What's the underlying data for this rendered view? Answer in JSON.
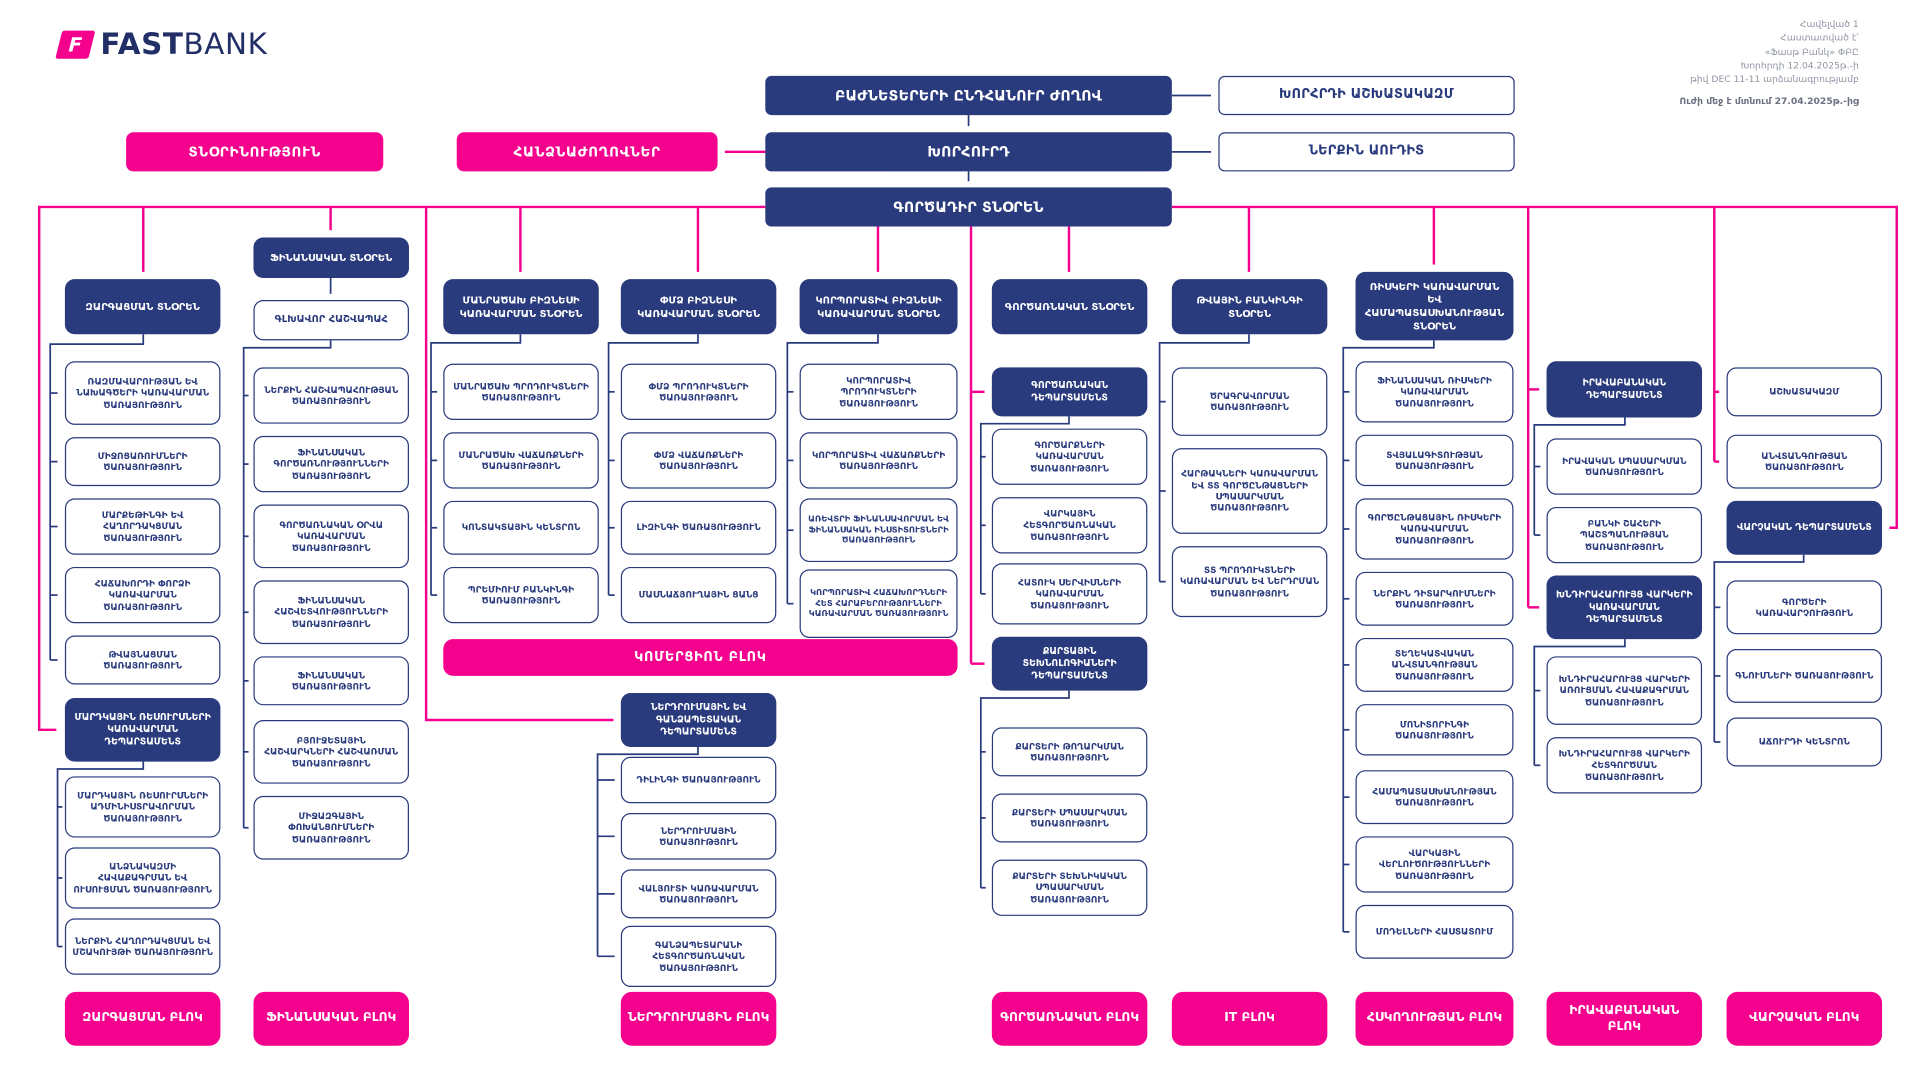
{
  "brand": {
    "fast": "FAST",
    "bank": "BANK",
    "flag_letter": "F"
  },
  "approval": {
    "line1": "Հավելված 1",
    "line2": "Հաստատված է՝",
    "line3": "«Ֆասթ Բանկ» ՓԲԸ",
    "line4": "Խորհրդի 12.04.2025թ.-ի",
    "line5": "թիվ DEC 11-11 արձանագրությամբ",
    "line6": "Ուժի մեջ է մտնում 27.04.2025թ.-ից"
  },
  "top": {
    "shareholders": "ԲԱԺՆԵՏԵՐԵՐԻ ԸՆԴՀԱՆՈՒՐ ԺՈՂՈՎ",
    "board_staff": "ԽՈՐՀՐԴԻ ԱՇԽԱՏԱԿԱԶՄ",
    "board": "ԽՈՐՀՈՒՐԴ",
    "internal_audit": "ՆԵՐՔԻՆ ԱՈՒԴԻՏ",
    "committees": "ՀԱՆՁՆԱԺՈՂՈՎՆԵՐ",
    "directorate": "ՏՆՕՐԻՆՈՒԹՅՈՒՆ",
    "ceo": "ԳՈՐԾԱԴԻՐ ՏՆՕՐԵՆ"
  },
  "development": {
    "director": "ԶԱՐԳԱՑՄԱՆ ՏՆՕՐԵՆ",
    "services": [
      "ՌԱԶՄԱՎԱՐՈՒԹՅԱՆ ԵՎ ՆԱԽԱԳԾԵՐԻ ԿԱՌԱՎԱՐՄԱՆ ԾԱՌԱՅՈՒԹՅՈՒՆ",
      "ՄԻՋՈՑԱՌՈՒՄՆԵՐԻ ԾԱՌԱՅՈՒԹՅՈՒՆ",
      "ՄԱՐՔԵԹԻՆԳԻ ԵՎ ՀԱՂՈՐԴԱԿՑՄԱՆ ԾԱՌԱՅՈՒԹՅՈՒՆ",
      "ՀԱՃԱԽՈՐԴԻ ՓՈՐՁԻ ԿԱՌԱՎԱՐՄԱՆ ԾԱՌԱՅՈՒԹՅՈՒՆ",
      "ԹՎԱՅՆԱՑՄԱՆ ԾԱՌԱՅՈՒԹՅՈՒՆ"
    ],
    "hr_department": "ՄԱՐԴԿԱՅԻՆ ՌԵՍՈՒՐՍՆԵՐԻ ԿԱՌԱՎԱՐՄԱՆ ԴԵՊԱՐՏԱՄԵՆՏ",
    "hr_services": [
      "ՄԱՐԴԿԱՅԻՆ ՌԵՍՈՒՐՍՆԵՐԻ ԱԴՄԻՆԻՍՏՐԱՎՈՐՄԱՆ ԾԱՌԱՅՈՒԹՅՈՒՆ",
      "ԱՆՁՆԱԿԱԶՄԻ ՀԱՎԱՔԱԳՐՄԱՆ ԵՎ ՈՒՍՈՒՑՄԱՆ ԾԱՌԱՅՈՒԹՅՈՒՆ",
      "ՆԵՐՔԻՆ ՀԱՂՈՐԴԱԿՑՄԱՆ ԵՎ ՄՇԱԿՈՒՅԹԻ ԾԱՌԱՅՈՒԹՅՈՒՆ"
    ],
    "block": "ԶԱՐԳԱՑՄԱՆ ԲԼՈԿ"
  },
  "finance": {
    "director": "ՖԻՆԱՆՍԱԿԱՆ ՏՆՕՐԵՆ",
    "chief_accountant": "ԳԼԽԱՎՈՐ ՀԱՇՎԱՊԱՀ",
    "services": [
      "ՆԵՐՔԻՆ ՀԱՇՎԱՊԱՀՈՒԹՅԱՆ ԾԱՌԱՅՈՒԹՅՈՒՆ",
      "ՖԻՆԱՆՍԱԿԱՆ ԳՈՐԾԱՌՆՈՒԹՅՈՒՆՆԵՐԻ ԾԱՌԱՅՈՒԹՅՈՒՆ",
      "ԳՈՐԾԱՌՆԱԿԱՆ ՕՐՎԱ ԿԱՌԱՎԱՐՄԱՆ ԾԱՌԱՅՈՒԹՅՈՒՆ",
      "ՖԻՆԱՆՍԱԿԱՆ ՀԱՇՎԵՏՎՈՒԹՅՈՒՆՆԵՐԻ ԾԱՌԱՅՈՒԹՅՈՒՆ",
      "ՖԻՆԱՆՍԱԿԱՆ ԾԱՌԱՅՈՒԹՅՈՒՆ",
      "ԲՅՈՒՋԵՏԱՅԻՆ ՀԱՇՎԱՐԿՆԵՐԻ ՀԱՇՎԱՌՄԱՆ ԾԱՌԱՅՈՒԹՅՈՒՆ",
      "ՄԻՋԱԶԳԱՅԻՆ ՓՈԽԱՆՑՈՒՄՆԵՐԻ ԾԱՌԱՅՈՒԹՅՈՒՆ"
    ],
    "block": "ՖԻՆԱՆՍԱԿԱՆ ԲԼՈԿ"
  },
  "retail": {
    "director": "ՄԱՆՐԱԾԱԽ ԲԻԶՆԵՍԻ ԿԱՌԱՎԱՐՄԱՆ ՏՆՕՐԵՆ",
    "services": [
      "ՄԱՆՐԱԾԱԽ ՊՐՈԴՈՒԿՏՆԵՐԻ ԾԱՌԱՅՈՒԹՅՈՒՆ",
      "ՄԱՆՐԱԾԱԽ ՎԱՃԱՌՔՆԵՐԻ ԾԱՌԱՅՈՒԹՅՈՒՆ",
      "ԿՈՆՏԱԿՏԱՅԻՆ ԿԵՆՏՐՈՆ",
      "ՊՐԵՄԻՈՒՄ ԲԱՆԿԻՆԳԻ ԾԱՌԱՅՈՒԹՅՈՒՆ"
    ]
  },
  "sme": {
    "director": "ՓՄՁ ԲԻԶՆԵՍԻ ԿԱՌԱՎԱՐՄԱՆ ՏՆՕՐԵՆ",
    "services": [
      "ՓՄՁ ՊՐՈԴՈՒԿՏՆԵՐԻ ԾԱՌԱՅՈՒԹՅՈՒՆ",
      "ՓՄՁ ՎԱՃԱՌՔՆԵՐԻ ԾԱՌԱՅՈՒԹՅՈՒՆ",
      "ԼԻԶԻՆԳԻ ԾԱՌԱՅՈՒԹՅՈՒՆ",
      "ՄԱՍՆԱՃՅՈՒՂԱՅԻՆ ՑԱՆՑ"
    ]
  },
  "corporate": {
    "director": "ԿՈՐՊՈՐԱՏԻՎ ԲԻԶՆԵՍԻ ԿԱՌԱՎԱՐՄԱՆ ՏՆՕՐԵՆ",
    "services": [
      "ԿՈՐՊՈՐԱՏԻՎ ՊՐՈԴՈՒԿՏՆԵՐԻ ԾԱՌԱՅՈՒԹՅՈՒՆ",
      "ԿՈՐՊՈՐԱՏԻՎ ՎԱՃԱՌՔՆԵՐԻ ԾԱՌԱՅՈՒԹՅՈՒՆ",
      "ԱՌԵՎՏՐԻ ՖԻՆԱՆՍԱՎՈՐՄԱՆ ԵՎ ՖԻՆԱՆՍԱԿԱՆ ԻՆՍՏԻՏՈՒՏՆԵՐԻ ԾԱՌԱՅՈՒԹՅՈՒՆ",
      "ԿՈՐՊՈՐԱՏԻՎ ՀԱՃԱԽՈՐԴՆԵՐԻ ՀԵՏ ՀԱՐԱԲԵՐՈՒԹՅՈՒՆՆԵՐԻ ԿԱՌԱՎԱՐՄԱՆ ԾԱՌԱՅՈՒԹՅՈՒՆ"
    ]
  },
  "commercial_block": "ԿՈՄԵՐՑԻՈՆ ԲԼՈԿ",
  "investment": {
    "department": "ՆԵՐԴՐՈՒՄԱՅԻՆ ԵՎ ԳԱՆՁԱՊԵՏԱԿԱՆ ԴԵՊԱՐՏԱՄԵՆՏ",
    "services": [
      "ԴԻԼԻՆԳԻ ԾԱՌԱՅՈՒԹՅՈՒՆ",
      "ՆԵՐԴՐՈՒՄԱՅԻՆ ԾԱՌԱՅՈՒԹՅՈՒՆ",
      "ՎԱԼՅՈՒՏԻ ԿԱՌԱՎԱՐՄԱՆ ԾԱՌԱՅՈՒԹՅՈՒՆ",
      "ԳԱՆՁԱՊԵՏԱՐԱՆԻ ՀԵՏԳՈՐԾԱՌՆԱԿԱՆ ԾԱՌԱՅՈՒԹՅՈՒՆ"
    ],
    "block": "ՆԵՐԴՐՈՒՄԱՅԻՆ ԲԼՈԿ"
  },
  "operations": {
    "director": "ԳՈՐԾԱՌՆԱԿԱՆ ՏՆՕՐԵՆ",
    "department": "ԳՈՐԾԱՌՆԱԿԱՆ ԴԵՊԱՐՏԱՄԵՆՏ",
    "services": [
      "ԳՈՐԾԱՐՔՆԵՐԻ ԿԱՌԱՎԱՐՄԱՆ ԾԱՌԱՅՈՒԹՅՈՒՆ",
      "ՎԱՐԿԱՅԻՆ ՀԵՏԳՈՐԾԱՌՆԱԿԱՆ ԾԱՌԱՅՈՒԹՅՈՒՆ",
      "ՀԱՏՈՒԿ ՍԵՐՎԻՍՆԵՐԻ ԿԱՌԱՎԱՐՄԱՆ ԾԱՌԱՅՈՒԹՅՈՒՆ"
    ],
    "card_department": "ՔԱՐՏԱՅԻՆ ՏԵԽՆՈԼՈԳԻԱՆԵՐԻ ԴԵՊԱՐՏԱՄԵՆՏ",
    "card_services": [
      "ՔԱՐՏԵՐԻ ԹՈՂԱՐԿՄԱՆ ԾԱՌԱՅՈՒԹՅՈՒՆ",
      "ՔԱՐՏԵՐԻ ՍՊԱՍԱՐԿՄԱՆ ԾԱՌԱՅՈՒԹՅՈՒՆ",
      "ՔԱՐՏԵՐԻ ՏԵԽՆԻԿԱԿԱՆ ՍՊԱՍԱՐԿՄԱՆ ԾԱՌԱՅՈՒԹՅՈՒՆ"
    ],
    "block": "ԳՈՐԾԱՌՆԱԿԱՆ ԲԼՈԿ"
  },
  "digital": {
    "director": "ԹՎԱՅԻՆ ԲԱՆԿԻՆԳԻ ՏՆՕՐԵՆ",
    "services": [
      "ԾՐԱԳՐԱՎՈՐՄԱՆ ԾԱՌԱՅՈՒԹՅՈՒՆ",
      "ՀԱՐԹԱԿՆԵՐԻ ԿԱՌԱՎԱՐՄԱՆ ԵՎ ՏՏ ԳՈՐԾԸՆԹԱՑՆԵՐԻ ՍՊԱՍԱՐԿՄԱՆ ԾԱՌԱՅՈՒԹՅՈՒՆ",
      "ՏՏ ՊՐՈԴՈՒԿՏՆԵՐԻ ԿԱՌԱՎԱՐՄԱՆ ԵՎ ՆԵՐԴՐՄԱՆ ԾԱՌԱՅՈՒԹՅՈՒՆ"
    ],
    "block": "IT ԲԼՈԿ"
  },
  "risk": {
    "director": "ՌԻՍԿԵՐԻ ԿԱՌԱՎԱՐՄԱՆ ԵՎ ՀԱՄԱՊԱՏԱՍԽԱՆՈՒԹՅԱՆ ՏՆՕՐԵՆ",
    "services": [
      "ՖԻՆԱՆՍԱԿԱՆ ՌԻՍԿԵՐԻ ԿԱՌԱՎԱՐՄԱՆ ԾԱՌԱՅՈՒԹՅՈՒՆ",
      "ՏՎՅԱԼԱԳԻՏՈՒԹՅԱՆ ԾԱՌԱՅՈՒԹՅՈՒՆ",
      "ԳՈՐԾԸՆԹԱՑԱՅԻՆ ՌԻՍԿԵՐԻ ԿԱՌԱՎԱՐՄԱՆ ԾԱՌԱՅՈՒԹՅՈՒՆ",
      "ՆԵՐՔԻՆ ԴԻՏԱՐԿՈՒՄՆԵՐԻ ԾԱՌԱՅՈՒԹՅՈՒՆ",
      "ՏԵՂԵԿԱՏՎԱԿԱՆ ԱՆՎՏԱՆԳՈՒԹՅԱՆ ԾԱՌԱՅՈՒԹՅՈՒՆ",
      "ՄՈՆԻՏՈՐԻՆԳԻ ԾԱՌԱՅՈՒԹՅՈՒՆ",
      "ՀԱՄԱՊԱՏԱՍԽԱՆՈՒԹՅԱՆ ԾԱՌԱՅՈՒԹՅՈՒՆ",
      "ՎԱՐԿԱՅԻՆ ՎԵՐԼՈՒԾՈՒԹՅՈՒՆՆԵՐԻ ԾԱՌԱՅՈՒԹՅՈՒՆ",
      "ՄՈԴԵԼՆԵՐԻ ՀԱՍՏԱՏՈՒՄ"
    ],
    "block": "ՀՍԿՈՂՈՒԹՅԱՆ ԲԼՈԿ"
  },
  "legal": {
    "department": "ԻՐԱՎԱԲԱՆԱԿԱՆ ԴԵՊԱՐՏԱՄԵՆՏ",
    "services": [
      "ԻՐԱՎԱԿԱՆ ՍՊԱՍԱՐԿՄԱՆ ԾԱՌԱՅՈՒԹՅՈՒՆ",
      "ԲԱՆԿԻ ՇԱՀԵՐԻ ՊԱՇՏՊԱՆՈՒԹՅԱՆ ԾԱՌԱՅՈՒԹՅՈՒՆ"
    ],
    "problem_department": "ԽՆԴԻՐԱՀԱՐՈՒՅՑ ՎԱՐԿԵՐԻ ԿԱՌԱՎԱՐՄԱՆ ԴԵՊԱՐՏԱՄԵՆՏ",
    "problem_services": [
      "ԽՆԴԻՐԱՀԱՐՈՒՅՑ ՎԱՐԿԵՐԻ ԱՌՈՒՑՄԱՆ ՀԱՎԱՔԱԳՐՄԱՆ ԾԱՌԱՅՈՒԹՅՈՒՆ",
      "ԽՆԴԻՐԱՀԱՐՈՒՅՑ ՎԱՐԿԵՐԻ ՀԵՏԳՈՐԾՄԱՆ ԾԱՌԱՅՈՒԹՅՈՒՆ"
    ],
    "block": "ԻՐԱՎԱԲԱՆԱԿԱՆ ԲԼՈԿ"
  },
  "admin": {
    "staff": "ԱՇԽԱՏԱԿԱԶՄ",
    "security": "ԱՆՎՏԱՆԳՈՒԹՅԱՆ ԾԱՌԱՅՈՒԹՅՈՒՆ",
    "department": "ՎԱՐՉԱԿԱՆ ԴԵՊԱՐՏԱՄԵՆՏ",
    "services": [
      "ԳՈՐԾԵՐԻ ԿԱՌԱՎԱՐՉՈՒԹՅՈՒՆ",
      "ԳՆՈՒՄՆԵՐԻ ԾԱՌԱՅՈՒԹՅՈՒՆ",
      "ԱՃՈՒՐԴԻ ԿԵՆՏՐՈՆ"
    ],
    "block": "ՎԱՐՉԱԿԱՆ ԲԼՈԿ"
  },
  "colors": {
    "navy": "#293A7D",
    "pink": "#F4018E"
  }
}
